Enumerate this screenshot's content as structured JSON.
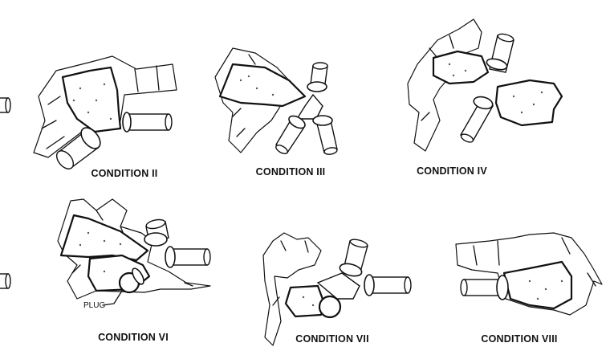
{
  "figure": {
    "captions": {
      "ii": "CONDITION II",
      "iii": "CONDITION III",
      "iv": "CONDITION IV",
      "vi": "CONDITION VI",
      "vii": "CONDITION VII",
      "viii": "CONDITION VIII"
    },
    "labels": {
      "plug": "PLUG"
    }
  }
}
